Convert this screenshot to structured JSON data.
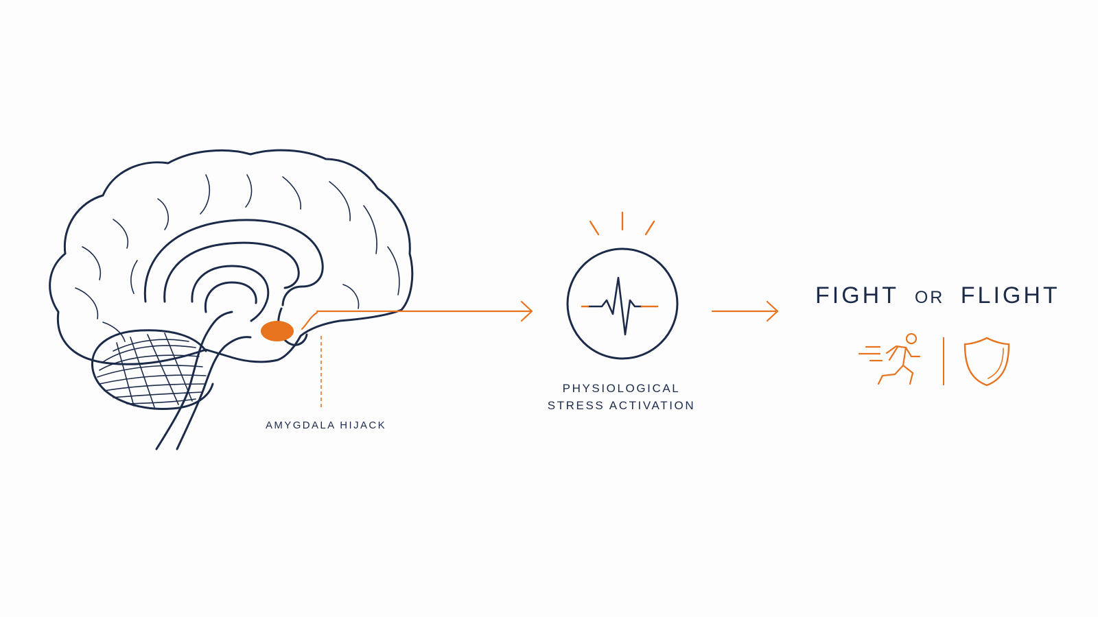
{
  "labels": {
    "amygdala": "AMYGDALA HIJACK",
    "stress_line1": "PHYSIOLOGICAL",
    "stress_line2": "STRESS ACTIVATION",
    "fight": "FIGHT",
    "or": "OR",
    "flight": "FLIGHT"
  },
  "colors": {
    "navy": "#1c2a4a",
    "orange": "#e8731e",
    "background": "#fdfdfd"
  },
  "icons": [
    "brain-icon",
    "heartbeat-icon",
    "running-person-icon",
    "shield-icon"
  ]
}
